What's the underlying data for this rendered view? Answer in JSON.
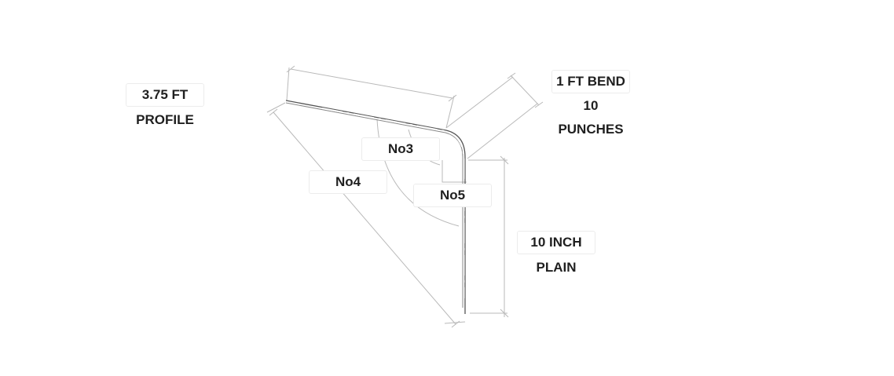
{
  "annotations": {
    "profile": {
      "value": "3.75 FT",
      "caption": "PROFILE"
    },
    "bend": {
      "value": "1 FT BEND",
      "count": "10",
      "caption": "PUNCHES"
    },
    "plain": {
      "value": "10 INCH",
      "caption": "PLAIN"
    }
  },
  "markers": {
    "no3": "No3",
    "no4": "No4",
    "no5": "No5"
  },
  "colors": {
    "dimension_line": "#b9b9b9",
    "profile_line": "#555555",
    "text": "#1f1f1f"
  }
}
